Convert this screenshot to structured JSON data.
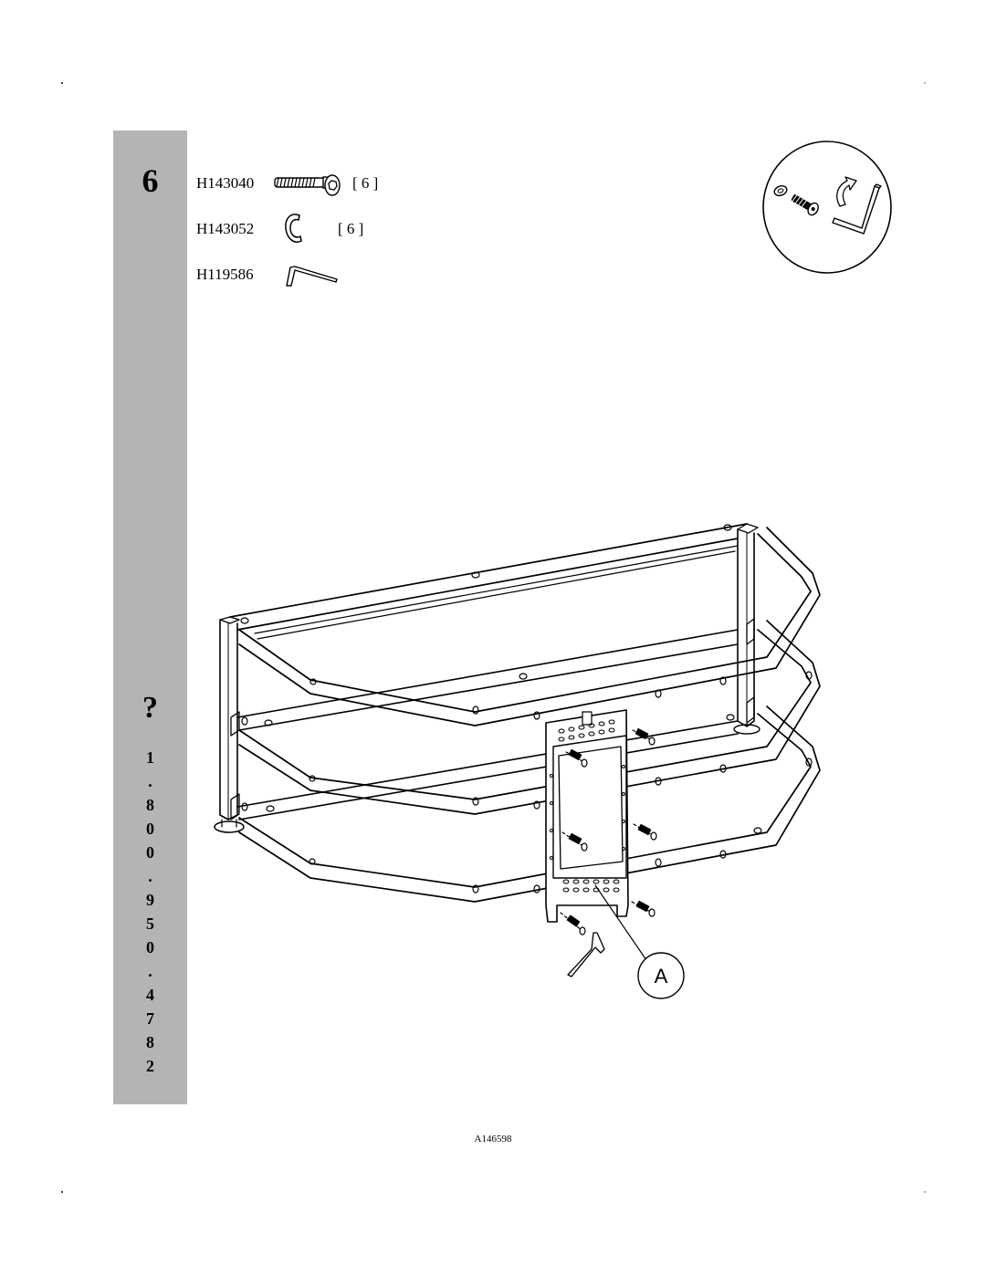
{
  "step": {
    "number": "6"
  },
  "parts": [
    {
      "code": "H143040",
      "qty": "[ 6 ]",
      "icon": "bolt-icon"
    },
    {
      "code": "H143052",
      "qty": "[ 6 ]",
      "icon": "lock-washer-icon"
    },
    {
      "code": "H119586",
      "qty": "",
      "icon": "allen-key-icon"
    }
  ],
  "callout": {
    "label": "A"
  },
  "sidebar": {
    "help_mark": "?",
    "phone_chars": [
      "1",
      ".",
      "8",
      "0",
      "0",
      ".",
      "9",
      "5",
      "0",
      ".",
      "4",
      "7",
      "8",
      "2"
    ]
  },
  "doc_code": "A146598",
  "colors": {
    "sidebar_gray": "#b4b4b4",
    "line": "#000000"
  }
}
